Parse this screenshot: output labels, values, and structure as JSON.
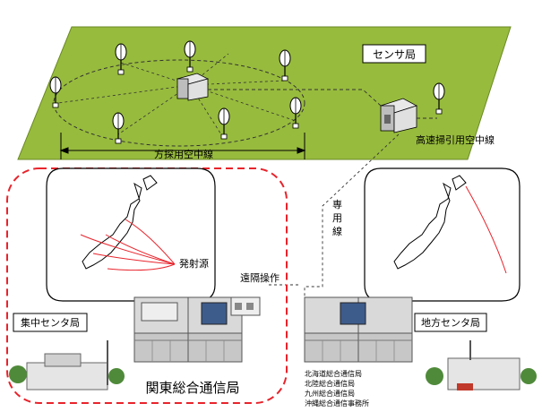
{
  "labels": {
    "sensor_station": "センサ局",
    "direction_finding_antenna": "方探用空中線",
    "highspeed_scan_antenna": "高速掃引用空中線",
    "dedicated_line": "専用線",
    "emission_source": "発射源",
    "remote_operation": "遠隔操作",
    "central_station": "集中センタ局",
    "regional_station": "地方センタ局",
    "kanto_bureau": "関東総合通信局"
  },
  "regional_bureaus": [
    "北海道総合通信局",
    "北陸総合通信局",
    "九州総合通信局",
    "沖縄総合通信事務所"
  ],
  "colors": {
    "field_green": "#97bb3d",
    "dashed_red": "#e8232b",
    "line_gray": "#555555"
  }
}
